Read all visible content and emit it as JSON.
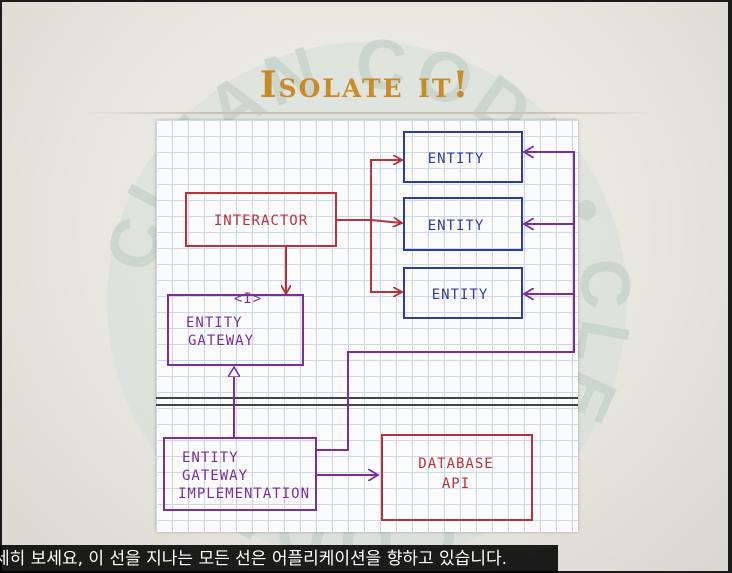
{
  "slide": {
    "title": "Isolate it!",
    "watermark_text": "CLEAN CODE • CLEAN CODE"
  },
  "diagram": {
    "interactor": "INTERACTOR",
    "entity_1": "ENTITY",
    "entity_2": "ENTITY",
    "entity_3": "ENTITY",
    "gateway_interface_marker": "<I>",
    "gateway_line1": "ENTITY",
    "gateway_line2": "GATEWAY",
    "impl_line1": "ENTITY",
    "impl_line2": "GATEWAY",
    "impl_line3": "IMPLEMENTATION",
    "db_line1": "DATABASE",
    "db_line2": "API"
  },
  "subtitle": "세히 보세요, 이 선을 지나는 모든 선은 어플리케이션을 향하고 있습니다.",
  "colors": {
    "title": "#c98a28",
    "red": "#b8323a",
    "blue": "#2c3d9c",
    "purple": "#7a2f98",
    "watermark": "#cbd7cf"
  }
}
